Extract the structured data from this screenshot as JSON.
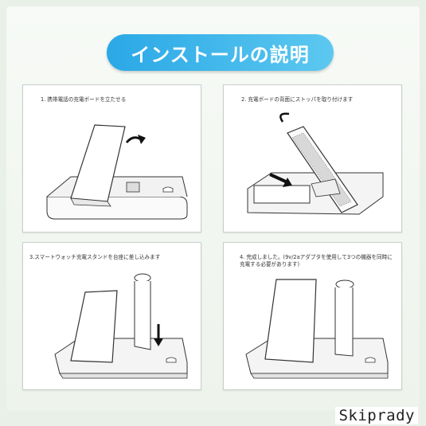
{
  "header": {
    "title": "インストールの説明"
  },
  "steps": [
    {
      "text": "1. 携帯電話の充電ボードを立たせる"
    },
    {
      "text": "2. 充電ボードの背面にストッパを取り付けます"
    },
    {
      "text": "3.スマートウォッチ充電スタンドを台座に差し込みます"
    },
    {
      "text": "4. 完成しました。(9v/2aアダプタを使用して3つの機器を同時に充電する必要があります)"
    }
  ],
  "watermark": {
    "text": "Skiprady"
  },
  "colors": {
    "title_gradient_start": "#2aa8e6",
    "title_gradient_end": "#5cc8f0",
    "background": "#e9f0e8"
  },
  "icons": [
    "rotate-arrow-icon",
    "right-arrow-icon",
    "down-arrow-icon"
  ]
}
